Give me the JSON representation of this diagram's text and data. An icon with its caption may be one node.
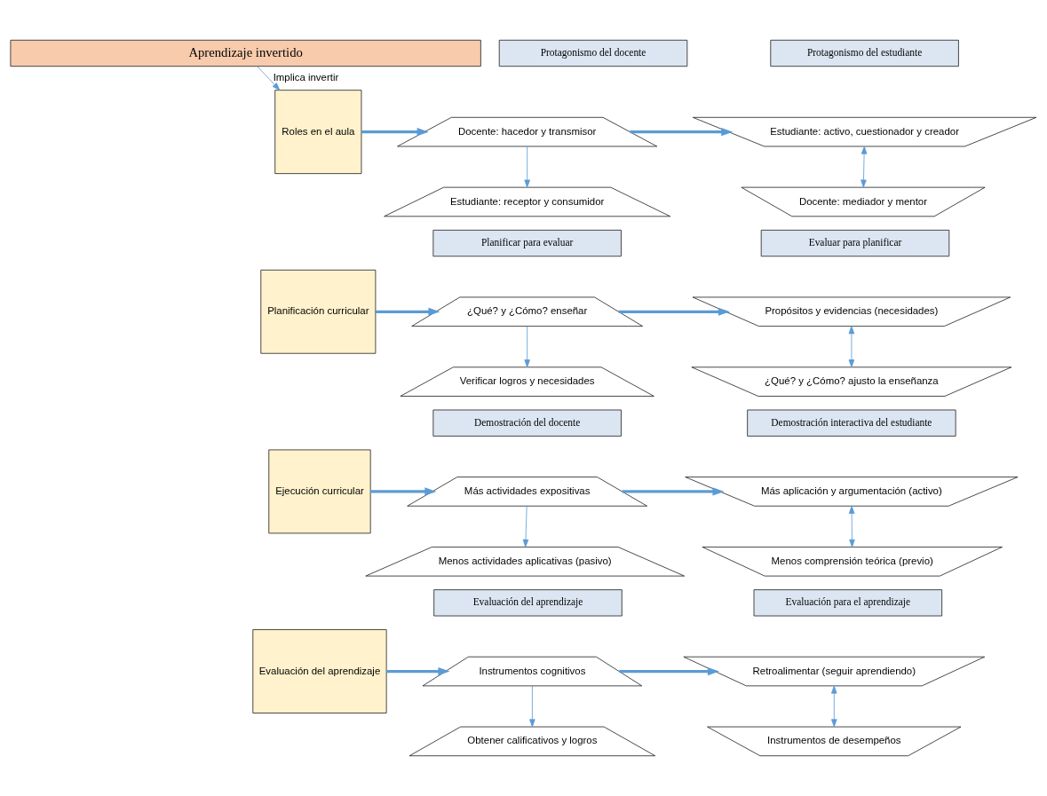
{
  "diagram": {
    "nodes": [
      {
        "text": [
          "Aprendizaje invertido"
        ]
      },
      {
        "text": [
          "Roles en el aula"
        ]
      },
      {
        "text": [
          "Protagonismo del docente"
        ]
      },
      {
        "text": [
          "Protagonismo del estudiante"
        ]
      },
      {
        "text": [
          "Docente: hacedor y transmisor"
        ]
      },
      {
        "text": [
          "Estudiante: activo, cuestionador y creador"
        ]
      },
      {
        "text": [
          "Estudiante: receptor y consumidor"
        ]
      },
      {
        "text": [
          "Docente: mediador y mentor"
        ]
      },
      {
        "text": [
          "Planificación curricular"
        ]
      },
      {
        "text": [
          "Planificar para evaluar"
        ]
      },
      {
        "text": [
          "Evaluar para planificar"
        ]
      },
      {
        "text": [
          "¿Qué? y ¿Cómo? enseñar"
        ]
      },
      {
        "text": [
          "Propósitos y evidencias (necesidades)"
        ]
      },
      {
        "text": [
          "Verificar logros y necesidades"
        ]
      },
      {
        "text": [
          "¿Qué? y ¿Cómo? ajusto la enseñanza"
        ]
      },
      {
        "text": [
          "Ejecución curricular"
        ]
      },
      {
        "text": [
          "Demostración del docente"
        ]
      },
      {
        "text": [
          "Demostración interactiva del estudiante"
        ]
      },
      {
        "text": [
          "Más actividades expositivas"
        ]
      },
      {
        "text": [
          "Más aplicación y argumentación (activo)"
        ]
      },
      {
        "text": [
          "Menos actividades aplicativas (pasivo)"
        ]
      },
      {
        "text": [
          "Menos comprensión teórica (previo)"
        ]
      },
      {
        "text": [
          "Evaluación del aprendizaje"
        ]
      },
      {
        "text": [
          "Evaluación del aprendizaje"
        ]
      },
      {
        "text": [
          "Evaluación para el aprendizaje"
        ]
      },
      {
        "text": [
          "Instrumentos cognitivos"
        ]
      },
      {
        "text": [
          "Retroalimentar (seguir aprendiendo)"
        ]
      },
      {
        "text": [
          "Obtener calificativos y logros"
        ]
      },
      {
        "text": [
          "Instrumentos de desempeños"
        ]
      }
    ],
    "edges": [
      {
        "from": 0,
        "to": 1,
        "arrow": "to",
        "label": "Implica invertir"
      },
      {
        "from": 1,
        "to": 4,
        "arrow": "to",
        "style": "thick"
      },
      {
        "from": 4,
        "to": 5,
        "arrow": "to",
        "style": "thick"
      },
      {
        "from": 4,
        "to": 6,
        "arrow": "to"
      },
      {
        "from": 5,
        "to": 7,
        "arrow": "both"
      },
      {
        "from": 8,
        "to": 11,
        "arrow": "to",
        "style": "thick"
      },
      {
        "from": 11,
        "to": 12,
        "arrow": "to",
        "style": "thick"
      },
      {
        "from": 11,
        "to": 13,
        "arrow": "to"
      },
      {
        "from": 12,
        "to": 14,
        "arrow": "both"
      },
      {
        "from": 15,
        "to": 18,
        "arrow": "to",
        "style": "thick"
      },
      {
        "from": 18,
        "to": 19,
        "arrow": "to",
        "style": "thick"
      },
      {
        "from": 18,
        "to": 20,
        "arrow": "to"
      },
      {
        "from": 19,
        "to": 21,
        "arrow": "both"
      },
      {
        "from": 22,
        "to": 25,
        "arrow": "to",
        "style": "thick"
      },
      {
        "from": 25,
        "to": 26,
        "arrow": "to",
        "style": "thick"
      },
      {
        "from": 25,
        "to": 27,
        "arrow": "to"
      },
      {
        "from": 26,
        "to": 28,
        "arrow": "both"
      }
    ]
  }
}
